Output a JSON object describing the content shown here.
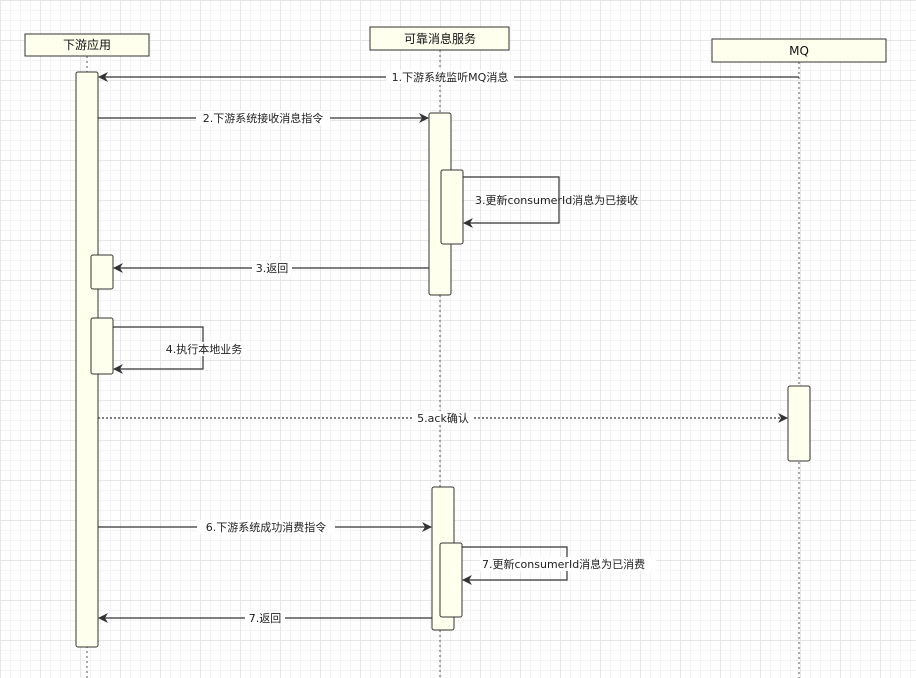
{
  "colors": {
    "box_fill": "#ffffee",
    "line": "#333333"
  },
  "participants": [
    {
      "id": "downstream",
      "label": "下游应用"
    },
    {
      "id": "reliable",
      "label": "可靠消息服务"
    },
    {
      "id": "mq",
      "label": "MQ"
    }
  ],
  "messages": [
    {
      "label": "1.下游系统监听MQ消息",
      "style": "solid"
    },
    {
      "label": "2.下游系统接收消息指令",
      "style": "solid"
    },
    {
      "label": "3.更新consumerId消息为已接收",
      "style": "solid"
    },
    {
      "label": "3.返回",
      "style": "solid"
    },
    {
      "label": "4.执行本地业务",
      "style": "solid"
    },
    {
      "label": "5.ack确认",
      "style": "dotted"
    },
    {
      "label": "6.下游系统成功消费指令",
      "style": "solid"
    },
    {
      "label": "7.更新consumerId消息为已消费",
      "style": "solid"
    },
    {
      "label": "7.返回",
      "style": "solid"
    }
  ]
}
